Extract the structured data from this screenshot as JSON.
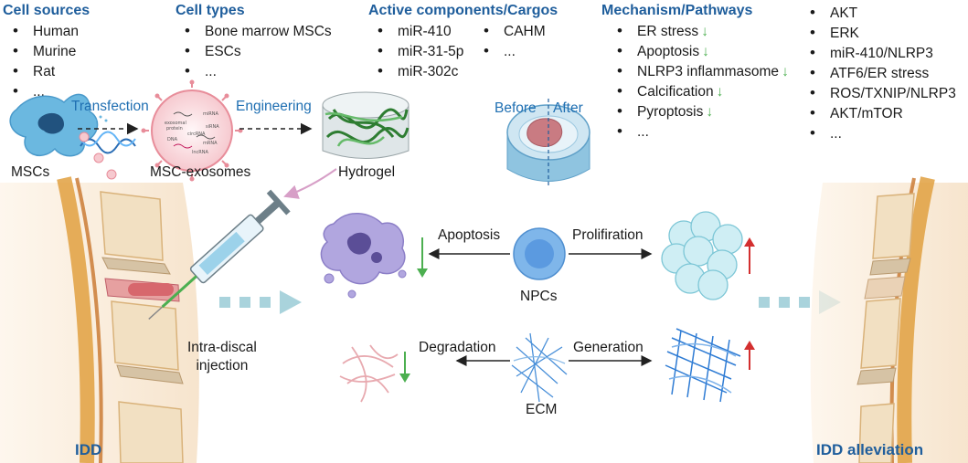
{
  "cell_sources": {
    "title": "Cell sources",
    "items": [
      "Human",
      "Murine",
      "Rat",
      "..."
    ]
  },
  "cell_types": {
    "title": "Cell types",
    "items": [
      "Bone marrow MSCs",
      "ESCs",
      "..."
    ]
  },
  "active_components": {
    "title": "Active components/Cargos",
    "col1": [
      "miR-410",
      "miR-31-5p",
      "miR-302c"
    ],
    "col2": [
      "CAHM",
      "..."
    ]
  },
  "mechanism": {
    "title": "Mechanism/Pathways",
    "col1": [
      "ER stress",
      "Apoptosis",
      "NLRP3 inflammasome",
      "Calcification",
      "Pyroptosis",
      "..."
    ],
    "col1_arrow": "↓",
    "col2": [
      "AKT",
      "ERK",
      "miR-410/NLRP3",
      "ATF6/ER stress",
      "ROS/TXNIP/NLRP3",
      "AKT/mTOR",
      "..."
    ]
  },
  "flow": {
    "transfection": "Transfection",
    "engineering": "Engineering",
    "mscs": "MSCs",
    "exosomes": "MSC-exosomes",
    "hydrogel": "Hydrogel"
  },
  "exo_labels": [
    "exosomal",
    "protein",
    "miRNA",
    "siRNA",
    "circRNA",
    "DNA",
    "lncRNA",
    "mRNA"
  ],
  "disc": {
    "before": "Before",
    "after": "After"
  },
  "npc": {
    "apoptosis": "Apoptosis",
    "proliferation": "Prolifiration",
    "label": "NPCs"
  },
  "ecm": {
    "degradation": "Degradation",
    "generation": "Generation",
    "label": "ECM"
  },
  "injection": "Intra-discal\ninjection",
  "injection_lines": [
    "Intra-discal",
    "injection"
  ],
  "idd": "IDD",
  "idd_alleviation": "IDD alleviation",
  "colors": {
    "heading": "#1f5e9c",
    "down": "#4caf50",
    "up": "#d32f2f",
    "flow_arrow": "#a9d3dc"
  }
}
